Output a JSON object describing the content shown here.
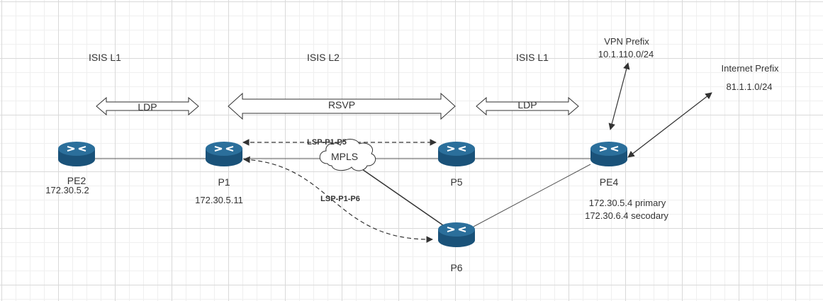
{
  "areas": {
    "left": "ISIS L1",
    "middle": "ISIS L2",
    "right": "ISIS L1"
  },
  "protocols": {
    "left": "LDP",
    "middle": "RSVP",
    "right": "LDP"
  },
  "cloud": "MPLS",
  "lsps": {
    "p1_p5": "LSP-P1-P5",
    "p1_p6": "LSP-P1-P6"
  },
  "nodes": {
    "pe2": {
      "name": "PE2",
      "ip": "172.30.5.2"
    },
    "p1": {
      "name": "P1",
      "ip": "172.30.5.11"
    },
    "p5": {
      "name": "P5"
    },
    "p6": {
      "name": "P6"
    },
    "pe4": {
      "name": "PE4",
      "ip_primary": "172.30.5.4 primary",
      "ip_secondary": "172.30.6.4 secodary"
    }
  },
  "prefixes": {
    "vpn": {
      "title": "VPN Prefix",
      "value": "10.1.110.0/24"
    },
    "internet": {
      "title": "Internet Prefix",
      "value": "81.1.1.0/24"
    }
  },
  "colors": {
    "router_top": "#2b6f9b",
    "router_side": "#1a5279",
    "link": "#555555",
    "arrow": "#333333"
  },
  "icons": {
    "router": "router-icon",
    "cloud": "cloud-icon"
  }
}
